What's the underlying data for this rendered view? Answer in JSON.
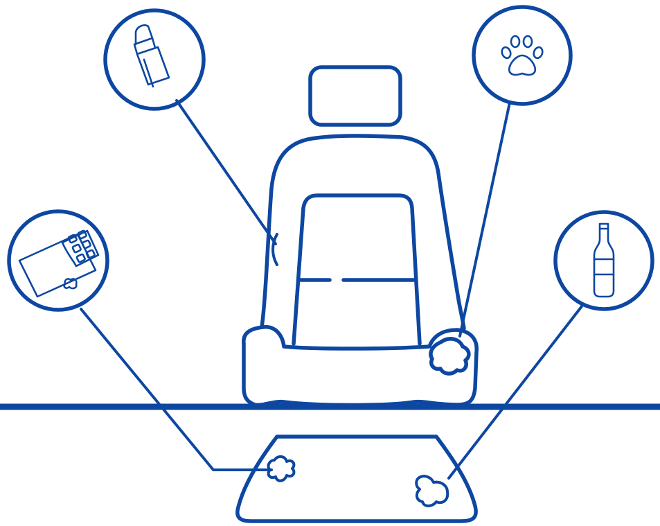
{
  "diagram": {
    "subject": "car-seat-stain-sources",
    "colors": {
      "stroke": "#0d47a1",
      "background": "#ffffff"
    },
    "callouts": [
      {
        "id": "lipstick",
        "icon": "lipstick-icon",
        "target": "seat-backrest-side-stain"
      },
      {
        "id": "paw-print",
        "icon": "paw-print-icon",
        "target": "seat-cushion-stain"
      },
      {
        "id": "chocolate-bar",
        "icon": "chocolate-bar-icon",
        "target": "floor-mat-left-stain"
      },
      {
        "id": "soda-bottle",
        "icon": "soda-bottle-icon",
        "target": "floor-mat-right-stain"
      }
    ]
  }
}
